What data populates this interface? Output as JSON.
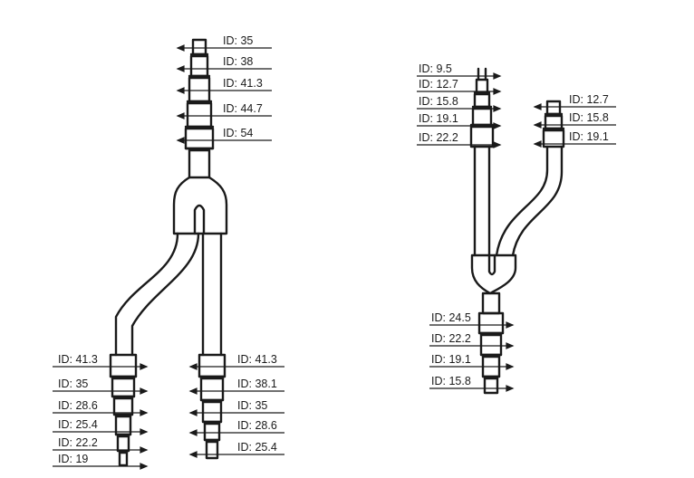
{
  "large_joint": {
    "inlet_ids": [
      "ID: 35",
      "ID: 38",
      "ID: 41.3",
      "ID: 44.7",
      "ID: 54"
    ],
    "left_branch_ids": [
      "ID: 41.3",
      "ID: 35",
      "ID: 28.6",
      "ID: 25.4",
      "ID: 22.2",
      "ID: 19"
    ],
    "right_branch_ids": [
      "ID: 41.3",
      "ID: 38.1",
      "ID: 35",
      "ID: 28.6",
      "ID: 25.4"
    ]
  },
  "small_joint": {
    "left_branch_ids": [
      "ID: 9.5",
      "ID: 12.7",
      "ID: 15.8",
      "ID: 19.1",
      "ID: 22.2"
    ],
    "right_branch_ids": [
      "ID: 12.7",
      "ID: 15.8",
      "ID: 19.1"
    ],
    "inlet_ids": [
      "ID: 24.5",
      "ID: 22.2",
      "ID: 19.1",
      "ID: 15.8"
    ]
  }
}
